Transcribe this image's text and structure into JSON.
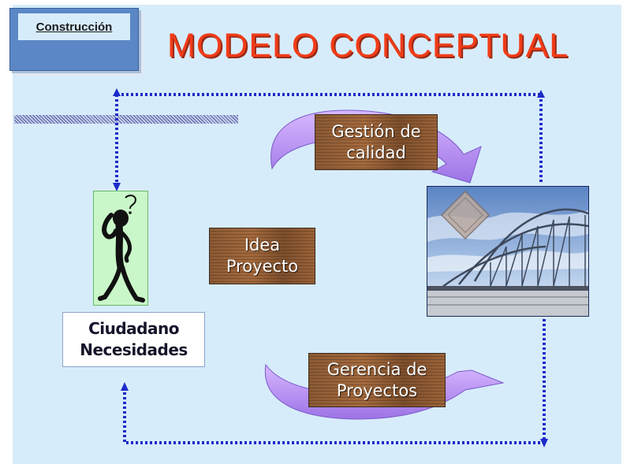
{
  "header": {
    "tab_label": "Construcción",
    "title": "MODELO CONCEPTUAL"
  },
  "boxes": {
    "quality": {
      "line1": "Gestión de",
      "line2": "calidad"
    },
    "idea": {
      "line1": "Idea",
      "line2": "Proyecto"
    },
    "management": {
      "line1": "Gerencia de",
      "line2": "Proyectos"
    }
  },
  "citizen": {
    "line1": "Ciudadano",
    "line2": "Necesidades"
  },
  "icons": {
    "person": "thinking-person-icon",
    "photo": "bridge-photo",
    "arrow_top": "curved-arrow-top-icon",
    "arrow_bottom": "curved-arrow-bottom-icon"
  },
  "colors": {
    "background": "#d7ecfb",
    "title": "#f23c18",
    "tab": "#5b87c6",
    "dotted_line": "#1c2bc9",
    "curved_arrow": "#b690f0",
    "wood": "#8b5a34",
    "person_bg": "#c9f7c9"
  }
}
